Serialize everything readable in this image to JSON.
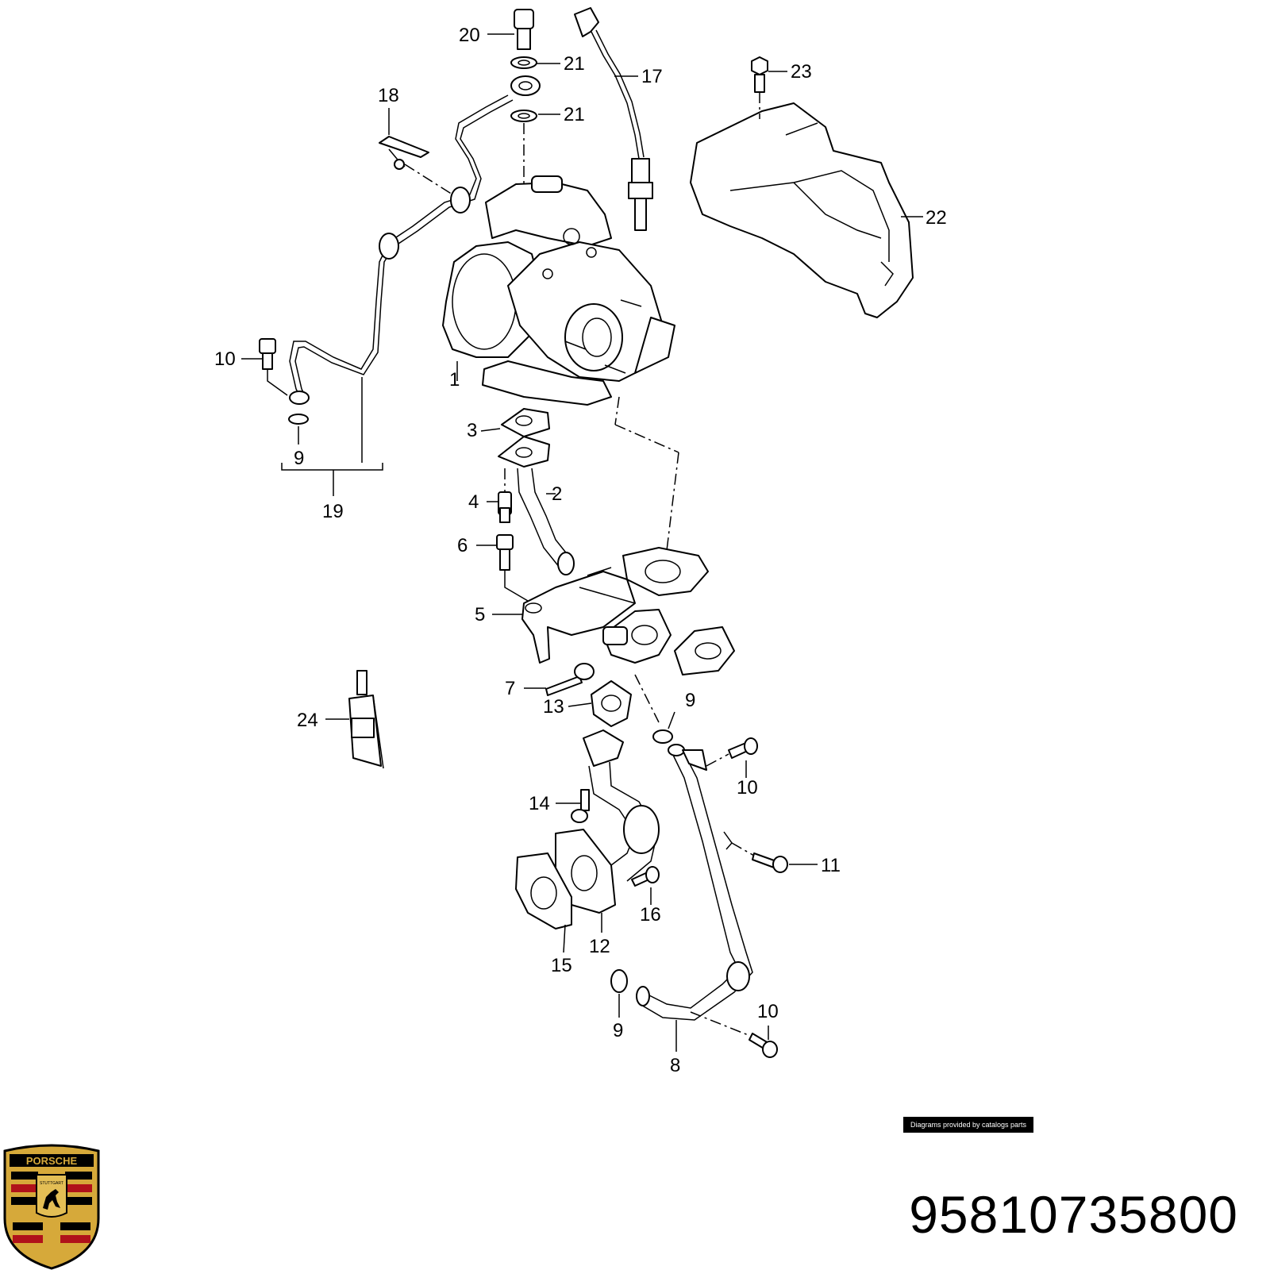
{
  "part_number": "95810735800",
  "credit_badge": "Diagrams provided by catalogs parts",
  "logo": {
    "text": "PORSCHE",
    "city": "STUTTGART"
  },
  "callouts": {
    "c1": "1",
    "c2": "2",
    "c3": "3",
    "c4": "4",
    "c5": "5",
    "c6": "6",
    "c7": "7",
    "c8": "8",
    "c9a": "9",
    "c9b": "9",
    "c9c": "9",
    "c10a": "10",
    "c10b": "10",
    "c10c": "10",
    "c11": "11",
    "c12": "12",
    "c13": "13",
    "c14": "14",
    "c15": "15",
    "c16": "16",
    "c17": "17",
    "c18": "18",
    "c19": "19",
    "c20": "20",
    "c21a": "21",
    "c21b": "21",
    "c22": "22",
    "c23": "23",
    "c24": "24"
  },
  "colors": {
    "line": "#000000",
    "background": "#ffffff",
    "logo_gold": "#d6a93a",
    "logo_red": "#b0121a"
  }
}
